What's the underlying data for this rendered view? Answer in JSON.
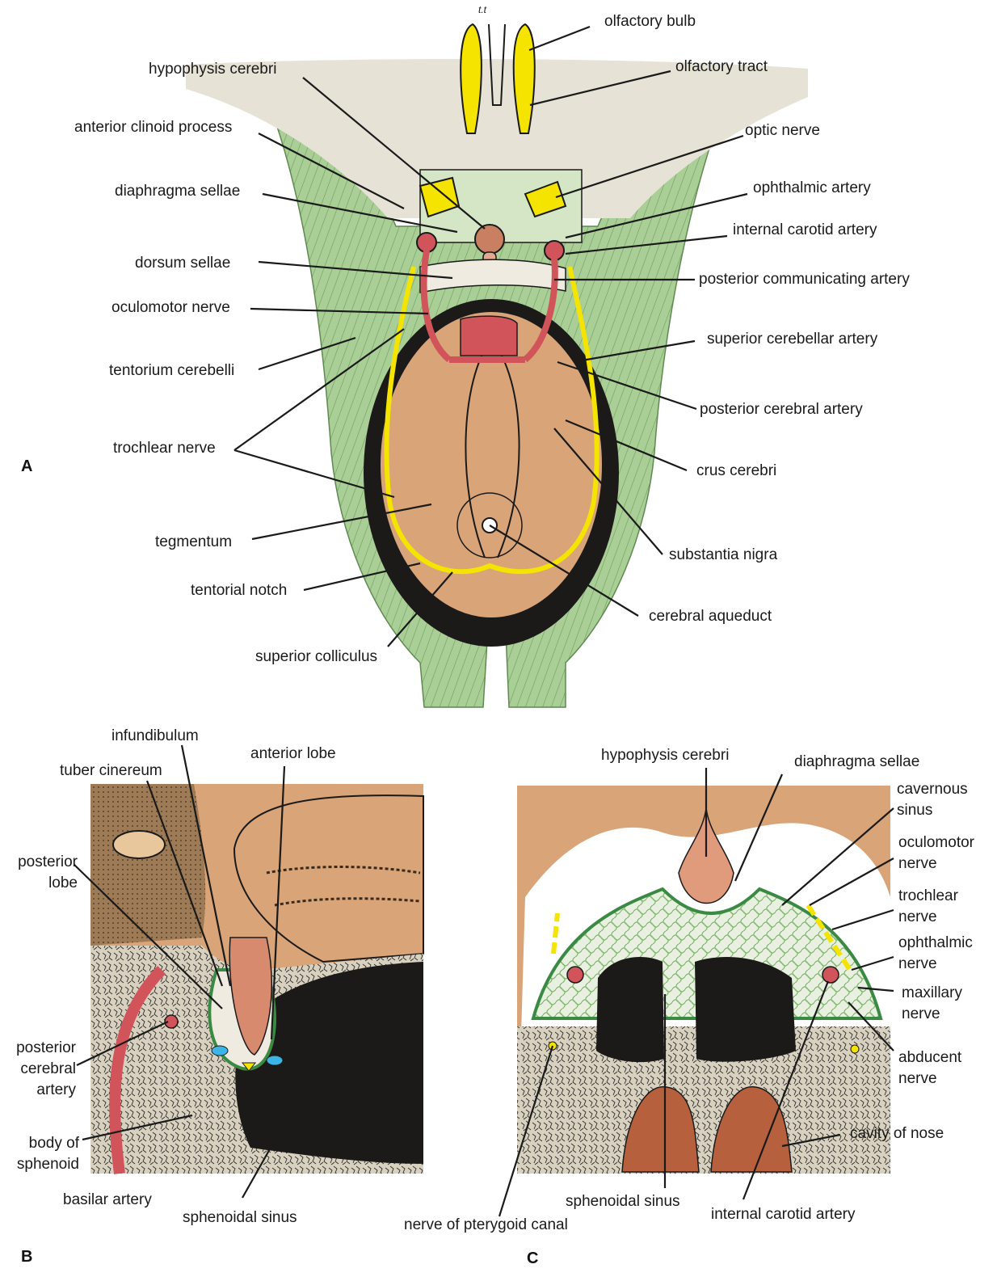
{
  "panels": {
    "a": "A",
    "b": "B",
    "c": "C"
  },
  "panel_a": {
    "small_text": "t.t",
    "labels": {
      "olfactory_bulb": "olfactory bulb",
      "olfactory_tract": "olfactory tract",
      "hypophysis_cerebri": "hypophysis cerebri",
      "anterior_clinoid_process": "anterior clinoid process",
      "optic_nerve": "optic nerve",
      "diaphragma_sellae": "diaphragma sellae",
      "ophthalmic_artery": "ophthalmic artery",
      "internal_carotid_artery": "internal carotid artery",
      "dorsum_sellae": "dorsum sellae",
      "posterior_communicating_artery": "posterior communicating artery",
      "oculomotor_nerve": "oculomotor nerve",
      "superior_cerebellar_artery": "superior cerebellar artery",
      "tentorium_cerebelli": "tentorium cerebelli",
      "posterior_cerebral_artery": "posterior cerebral artery",
      "trochlear_nerve": "trochlear nerve",
      "crus_cerebri": "crus cerebri",
      "tegmentum": "tegmentum",
      "substantia_nigra": "substantia nigra",
      "tentorial_notch": "tentorial notch",
      "cerebral_aqueduct": "cerebral aqueduct",
      "superior_colliculus": "superior colliculus"
    }
  },
  "panel_b": {
    "labels": {
      "infundibulum": "infundibulum",
      "tuber_cinereum": "tuber cinereum",
      "anterior_lobe": "anterior lobe",
      "posterior_lobe": "posterior\nlobe",
      "posterior_cerebral_artery": "posterior\ncerebral\nartery",
      "body_of_sphenoid": "body of\nsphenoid",
      "basilar_artery": "basilar artery",
      "sphenoidal_sinus": "sphenoidal sinus"
    }
  },
  "panel_c": {
    "labels": {
      "hypophysis_cerebri": "hypophysis cerebri",
      "diaphragma_sellae": "diaphragma sellae",
      "cavernous_sinus": "cavernous\nsinus",
      "oculomotor_nerve": "oculomotor\nnerve",
      "trochlear_nerve": "trochlear\nnerve",
      "ophthalmic_nerve": "ophthalmic\nnerve",
      "maxillary_nerve": "maxillary\nnerve",
      "abducent_nerve": "abducent\nnerve",
      "cavity_of_nose": "cavity of nose",
      "sphenoidal_sinus": "sphenoidal sinus",
      "internal_carotid_artery": "internal carotid artery",
      "nerve_of_pterygoid_canal": "nerve of pterygoid canal"
    }
  },
  "colors": {
    "tentorium_green": "#a9cf96",
    "bone_beige": "#e7e2d6",
    "nerve_yellow": "#f4e400",
    "artery_red": "#d1545b",
    "brain_tan": "#d9a478",
    "dark_sinus": "#1c1a18",
    "marrow": "#d8d1bf",
    "csf_blue": "#3cb4e6"
  }
}
